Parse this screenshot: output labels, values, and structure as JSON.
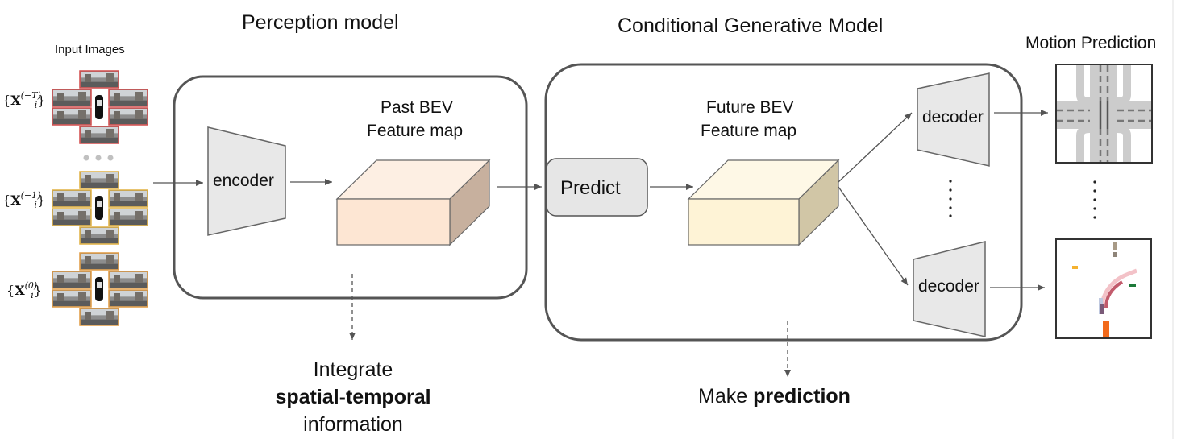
{
  "titles": {
    "perception": "Perception model",
    "generative": "Conditional Generative Model",
    "motion": "Motion Prediction",
    "input_images": "Input Images"
  },
  "inputs": [
    {
      "sup": "(−T)",
      "sub": "i"
    },
    {
      "sup": "(−1)",
      "sub": "i"
    },
    {
      "sup": "(0)",
      "sub": "i"
    }
  ],
  "blocks": {
    "encoder": "encoder",
    "past_bev_1": "Past BEV",
    "past_bev_2": "Feature map",
    "predict": "Predict",
    "future_bev_1": "Future BEV",
    "future_bev_2": "Feature map",
    "decoder_top": "decoder",
    "decoder_bottom": "decoder"
  },
  "annotations": {
    "integrate_line1": "Integrate",
    "integrate_bold_a": "spatial",
    "integrate_dash": "-",
    "integrate_bold_b": "temporal",
    "integrate_line3": "information",
    "make": "Make",
    "prediction_bold": "prediction"
  },
  "colors": {
    "past_cube_front": "#fde6d3",
    "past_cube_side": "#c7b09e",
    "past_cube_top": "#fdefe3",
    "future_cube_front": "#fef3d6",
    "future_cube_side": "#d1c6a6",
    "future_cube_top": "#fef8e6",
    "trapezoid": "#e8e8e8",
    "camera_red": "#d24a4a",
    "camera_yellow": "#e0b040",
    "camera_orange": "#e09a40"
  }
}
